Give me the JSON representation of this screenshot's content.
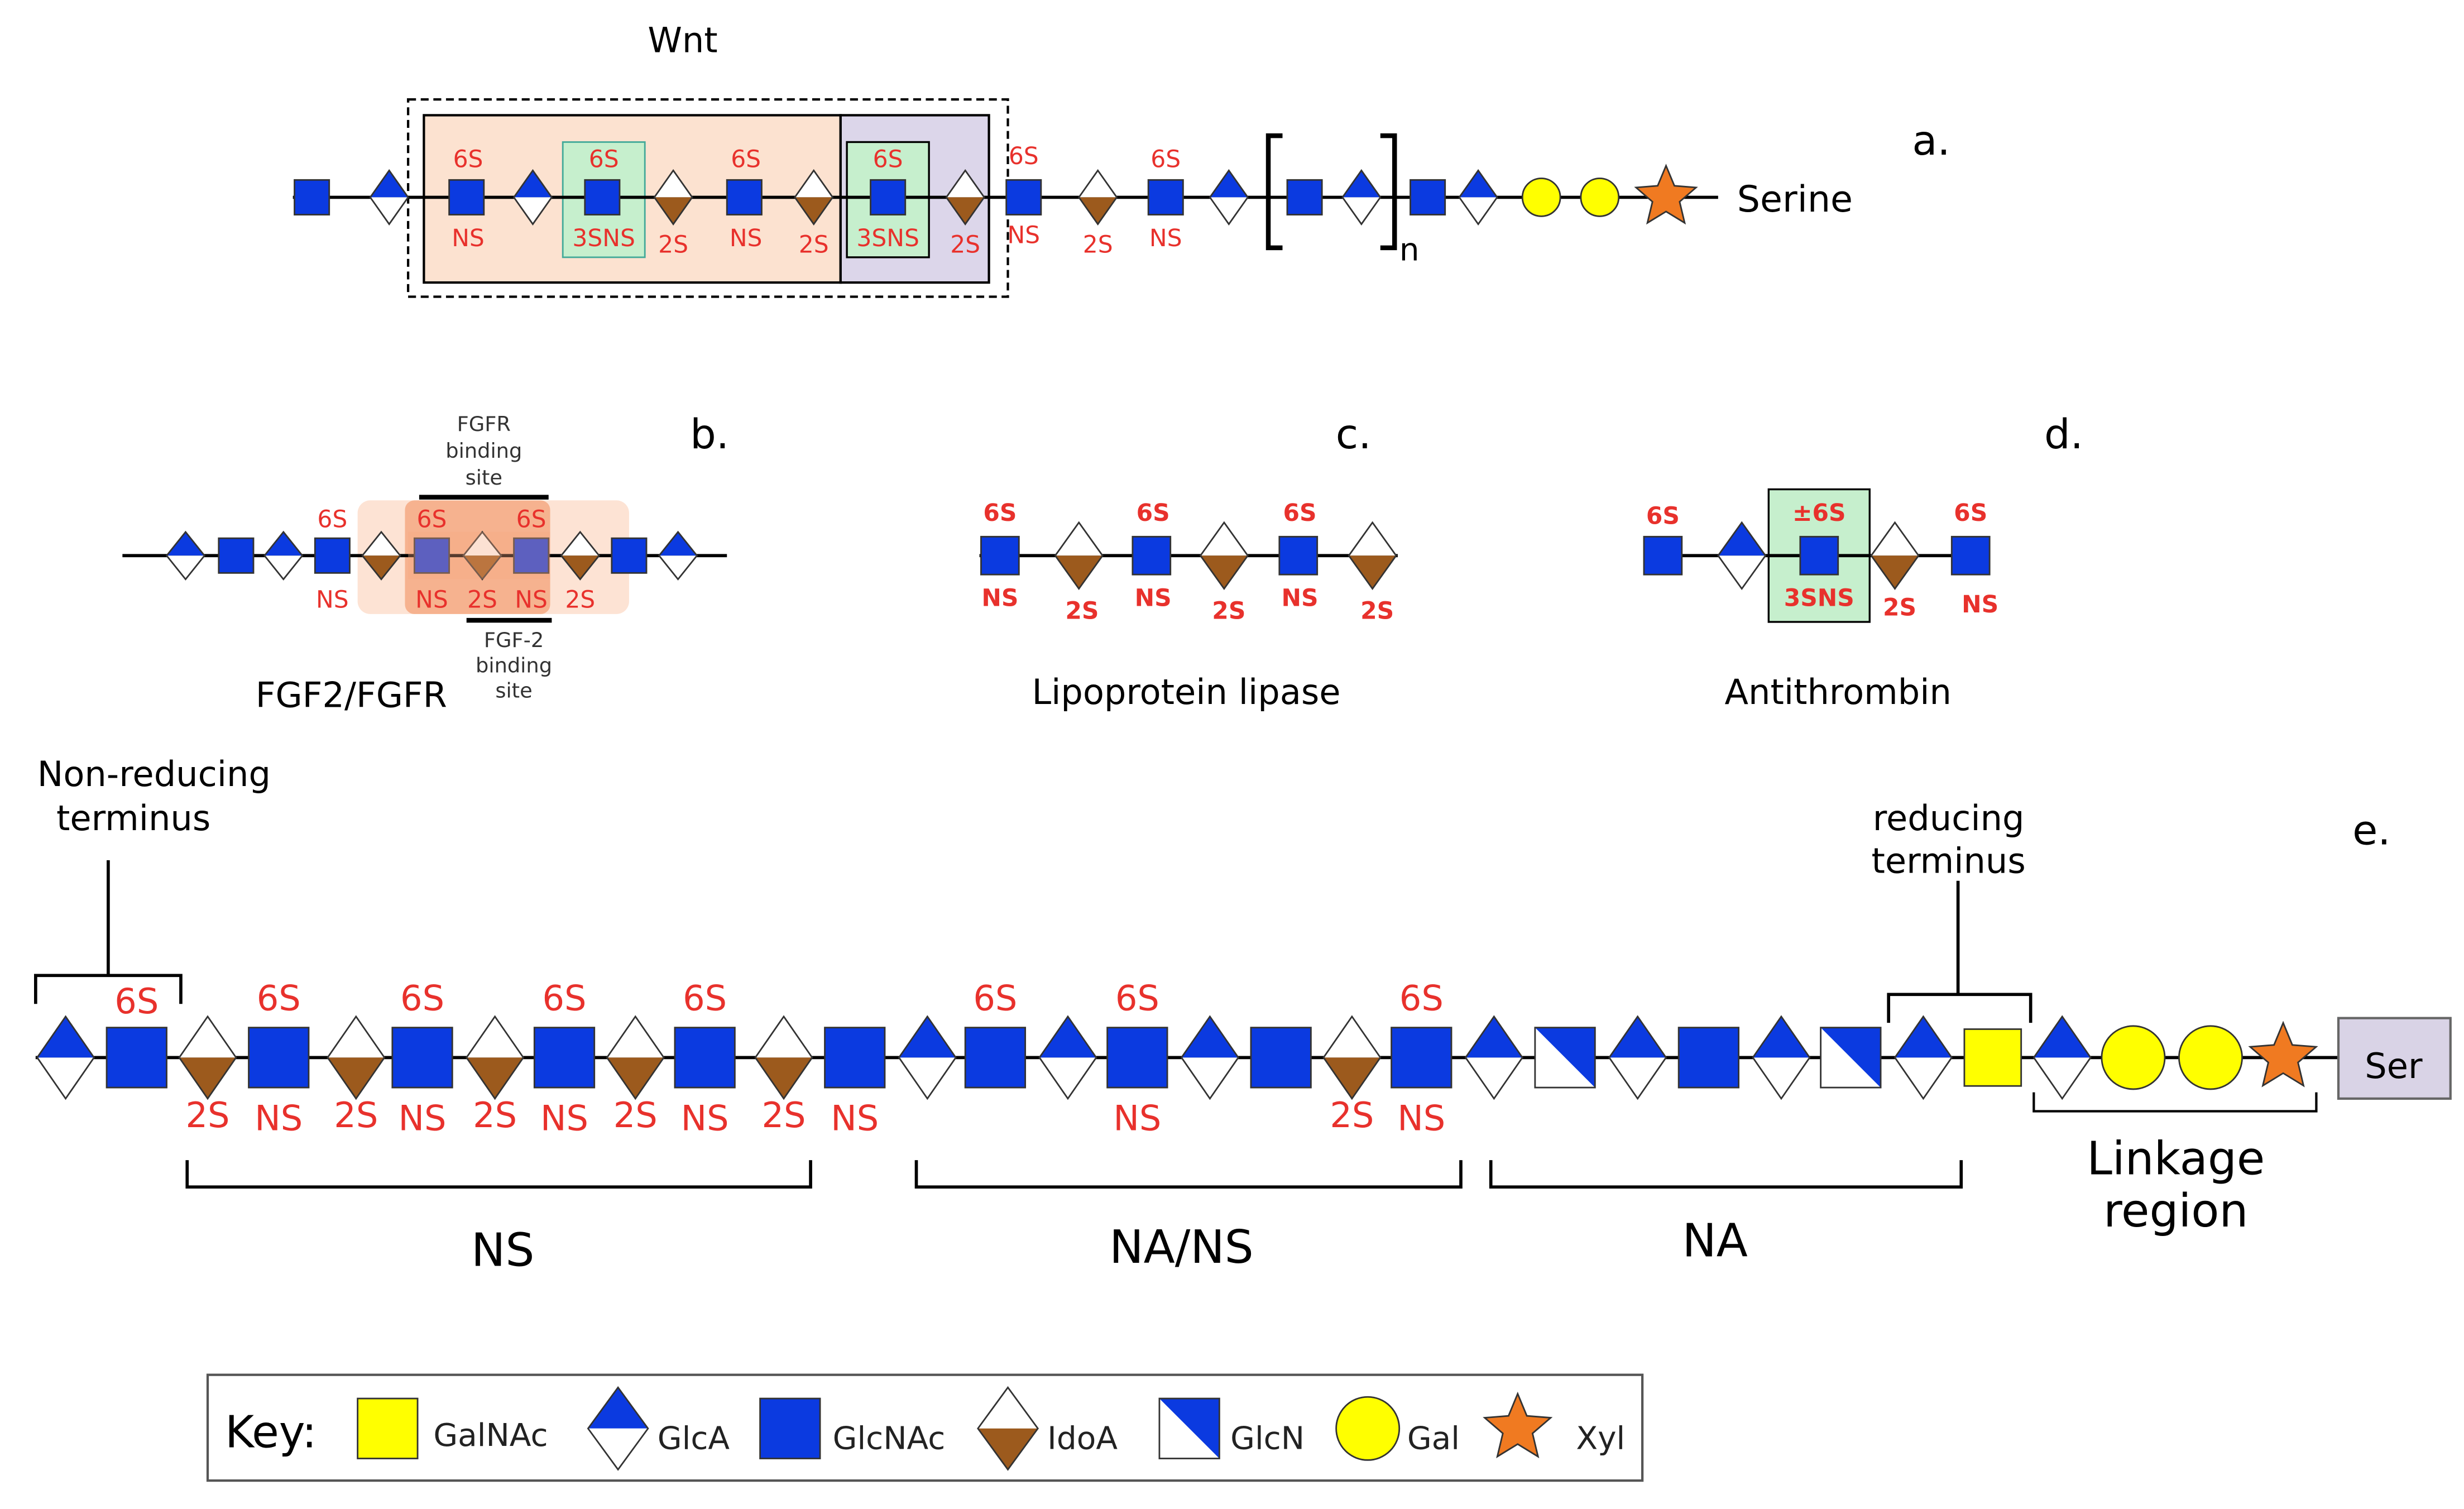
{
  "colors": {
    "blue": "#0b3ae0",
    "brown": "#9c5a1d",
    "yellow": "#ffff00",
    "orange": "#f07a21",
    "red": "#e8312c",
    "ser_fill": "#d9d3e6",
    "peach": "#fce2d0",
    "lavender": "#dcd6ea",
    "mint": "#c6efcd",
    "salmon": "#f5a982"
  },
  "panels": {
    "a": {
      "letter": "a.",
      "title": "Wnt",
      "end_label": "Serine",
      "n": "n",
      "labels": [
        {
          "t": "6S",
          "c": "red"
        },
        {
          "t": "NS",
          "c": "red"
        },
        {
          "t": "6S",
          "c": "red"
        },
        {
          "t": "3SNS",
          "c": "red"
        },
        {
          "t": "2S",
          "c": "red"
        },
        {
          "t": "6S",
          "c": "red"
        },
        {
          "t": "NS",
          "c": "red"
        },
        {
          "t": "2S",
          "c": "red"
        },
        {
          "t": "6S",
          "c": "red"
        },
        {
          "t": "3SNS",
          "c": "red"
        },
        {
          "t": "2S",
          "c": "red"
        },
        {
          "t": "6S",
          "c": "red"
        },
        {
          "t": "NS",
          "c": "red"
        },
        {
          "t": "2S",
          "c": "red"
        },
        {
          "t": "6S",
          "c": "red"
        },
        {
          "t": "NS",
          "c": "red"
        }
      ]
    },
    "b": {
      "letter": "b.",
      "caption": "FGF2/FGFR",
      "fgfr_site": [
        "FGFR",
        "binding",
        "site"
      ],
      "fgf2_site": [
        "FGF-2",
        "binding",
        "site"
      ],
      "labels": [
        "6S",
        "NS",
        "6S",
        "NS",
        "2S",
        "6S",
        "NS",
        "2S"
      ]
    },
    "c": {
      "letter": "c.",
      "caption": "Lipoprotein lipase",
      "labels": [
        "6S",
        "NS",
        "2S",
        "6S",
        "NS",
        "2S",
        "6S",
        "NS",
        "2S"
      ]
    },
    "d": {
      "letter": "d.",
      "caption": "Antithrombin",
      "labels": [
        "6S",
        "±6S",
        "3SNS",
        "2S",
        "6S",
        "NS"
      ]
    },
    "e": {
      "letter": "e.",
      "nonreducing": [
        "Non-reducing",
        "terminus"
      ],
      "reducing": [
        "reducing",
        "terminus"
      ],
      "labels": [
        "6S",
        "2S",
        "6S",
        "NS",
        "2S",
        "6S",
        "NS",
        "2S",
        "6S",
        "NS",
        "2S",
        "6S",
        "NS",
        "2S",
        "NS",
        "6S",
        "6S",
        "NS",
        "6S",
        "2S",
        "NS"
      ],
      "ser": "Ser",
      "domains": [
        "NS",
        "NA/NS",
        "NA"
      ],
      "linkage": [
        "Linkage",
        "region"
      ]
    }
  },
  "key": {
    "title": "Key:",
    "items": [
      "GalNAc",
      "GlcA",
      "GlcNAc",
      "IdoA",
      "GlcN",
      "Gal",
      "Xyl"
    ]
  }
}
